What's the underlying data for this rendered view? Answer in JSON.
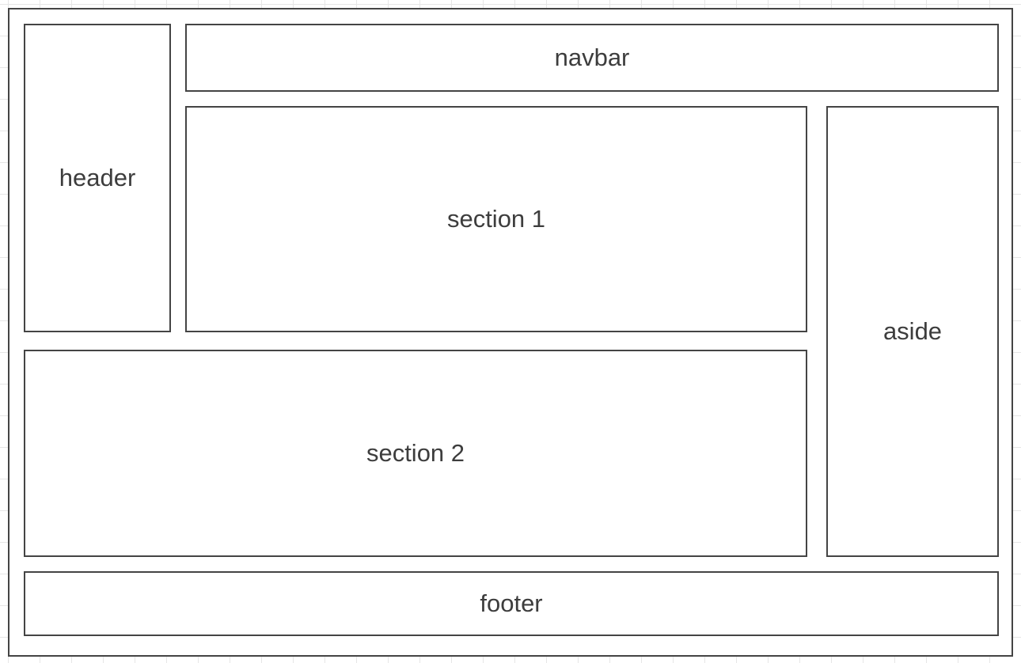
{
  "blocks": {
    "header": "header",
    "navbar": "navbar",
    "section1": "section 1",
    "section2": "section 2",
    "aside": "aside",
    "footer": "footer"
  },
  "colors": {
    "border": "#444444",
    "text": "#3d3d3d",
    "grid": "#e6e6e6",
    "background": "#ffffff"
  }
}
